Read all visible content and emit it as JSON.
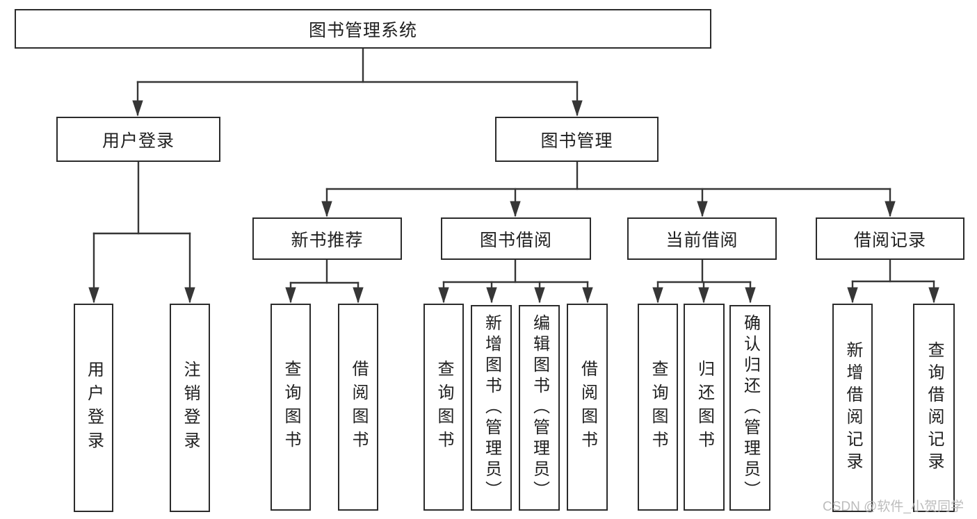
{
  "diagram_title": "图书管理系统",
  "nodes": {
    "root": "图书管理系统",
    "user_login": "用户登录",
    "book_mgmt": "图书管理",
    "new_book": "新书推荐",
    "book_borrow": "图书借阅",
    "current_borrow": "当前借阅",
    "borrow_records": "借阅记录",
    "ul_user_login": "用户登录",
    "ul_logout": "注销登录",
    "nb_query_books": "查询图书",
    "nb_borrow_books": "借阅图书",
    "bb_query_books": "查询图书",
    "bb_add_books": "新增图书（管理员）",
    "bb_edit_books": "编辑图书（管理员）",
    "bb_borrow_books": "借阅图书",
    "cb_query_books": "查询图书",
    "cb_return_books": "归还图书",
    "cb_confirm_return": "确认归还（管理员）",
    "br_add_record": "新增借阅记录",
    "br_query_record": "查询借阅记录"
  },
  "connector_color": "#363636",
  "watermark": "CSDN @软件_小贺同学"
}
